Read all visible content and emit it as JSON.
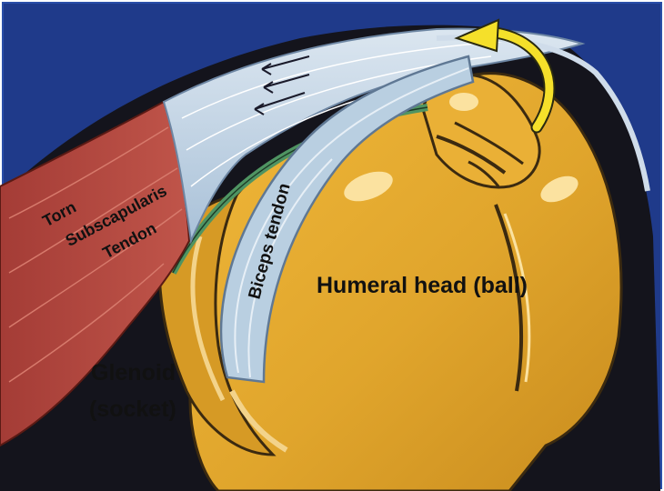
{
  "labels": {
    "torn_line1": "Torn",
    "torn_line2": "Subscapularis",
    "torn_line3": "Tendon",
    "biceps": "Biceps tendon",
    "humeral": "Humeral head (ball)",
    "glenoid_line1": "Glenoid",
    "glenoid_line2": "(socket)"
  },
  "colors": {
    "background": "#1f3a8a",
    "bone": "#e0a52c",
    "muscle": "#b2463e",
    "tendon": "#b9cfe1",
    "ligament_green": "#4f9462",
    "arrow": "#f5e02a"
  },
  "icons": {
    "rotation_arrow": "curved-arrow-icon",
    "tear_marks": "tear-arrows-icon"
  }
}
